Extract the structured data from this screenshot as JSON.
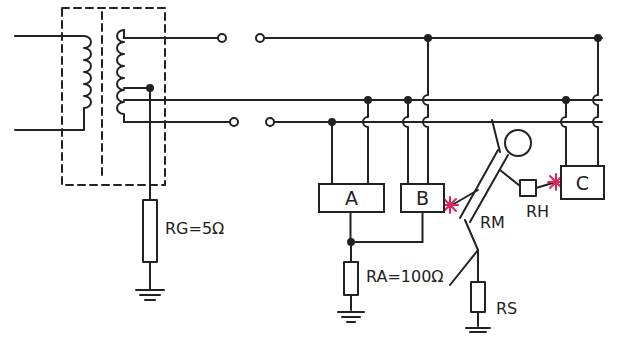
{
  "diagram": {
    "nodes": [
      {
        "text": [
          "A"
        ]
      },
      {
        "text": [
          "B"
        ]
      },
      {
        "text": [
          "C"
        ]
      }
    ],
    "edges": [
      {
        "from": 0,
        "to": 1,
        "arrow": "none"
      }
    ],
    "labels": [
      "RG=5Ω",
      "RA=100Ω",
      "RM",
      "RH",
      "RS"
    ]
  }
}
